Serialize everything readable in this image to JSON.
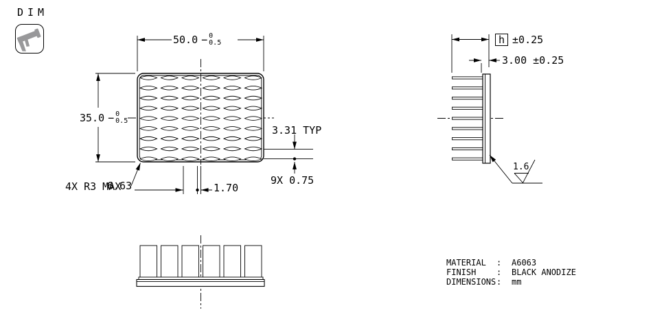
{
  "header": {
    "label": "DIM",
    "icon": "caliper-icon"
  },
  "dims": {
    "width": {
      "value": "50.0",
      "minus": "−",
      "tol_top": "0",
      "tol_bottom": "0.5"
    },
    "height": {
      "value": "35.0",
      "minus": "−",
      "tol_top": "0",
      "tol_bottom": "0.5"
    },
    "fin_pitch": "3.31 TYP",
    "fin_thickness": "9X 0.75",
    "tab_offset": "6.63",
    "tab_width": "1.70",
    "corner_radius": "4X R3 MAX",
    "height_symbol": "h",
    "height_tolerance": "±0.25",
    "base_thickness": "3.00 ±0.25",
    "surface_roughness": "1.6"
  },
  "notes": {
    "rows": [
      {
        "label": "MATERIAL",
        "colon": ":",
        "value": "A6063"
      },
      {
        "label": "FINISH",
        "colon": ":",
        "value": "BLACK ANODIZE"
      },
      {
        "label": "DIMENSIONS",
        "colon": ":",
        "value": "mm"
      }
    ]
  },
  "drawing": {
    "line_color": "#000000",
    "icon_color": "#98989a",
    "top_view": {
      "fin_rows": 9,
      "fin_cols": 6
    },
    "side_view": {
      "fin_count": 9
    },
    "front_view": {
      "fin_count": 6
    }
  }
}
